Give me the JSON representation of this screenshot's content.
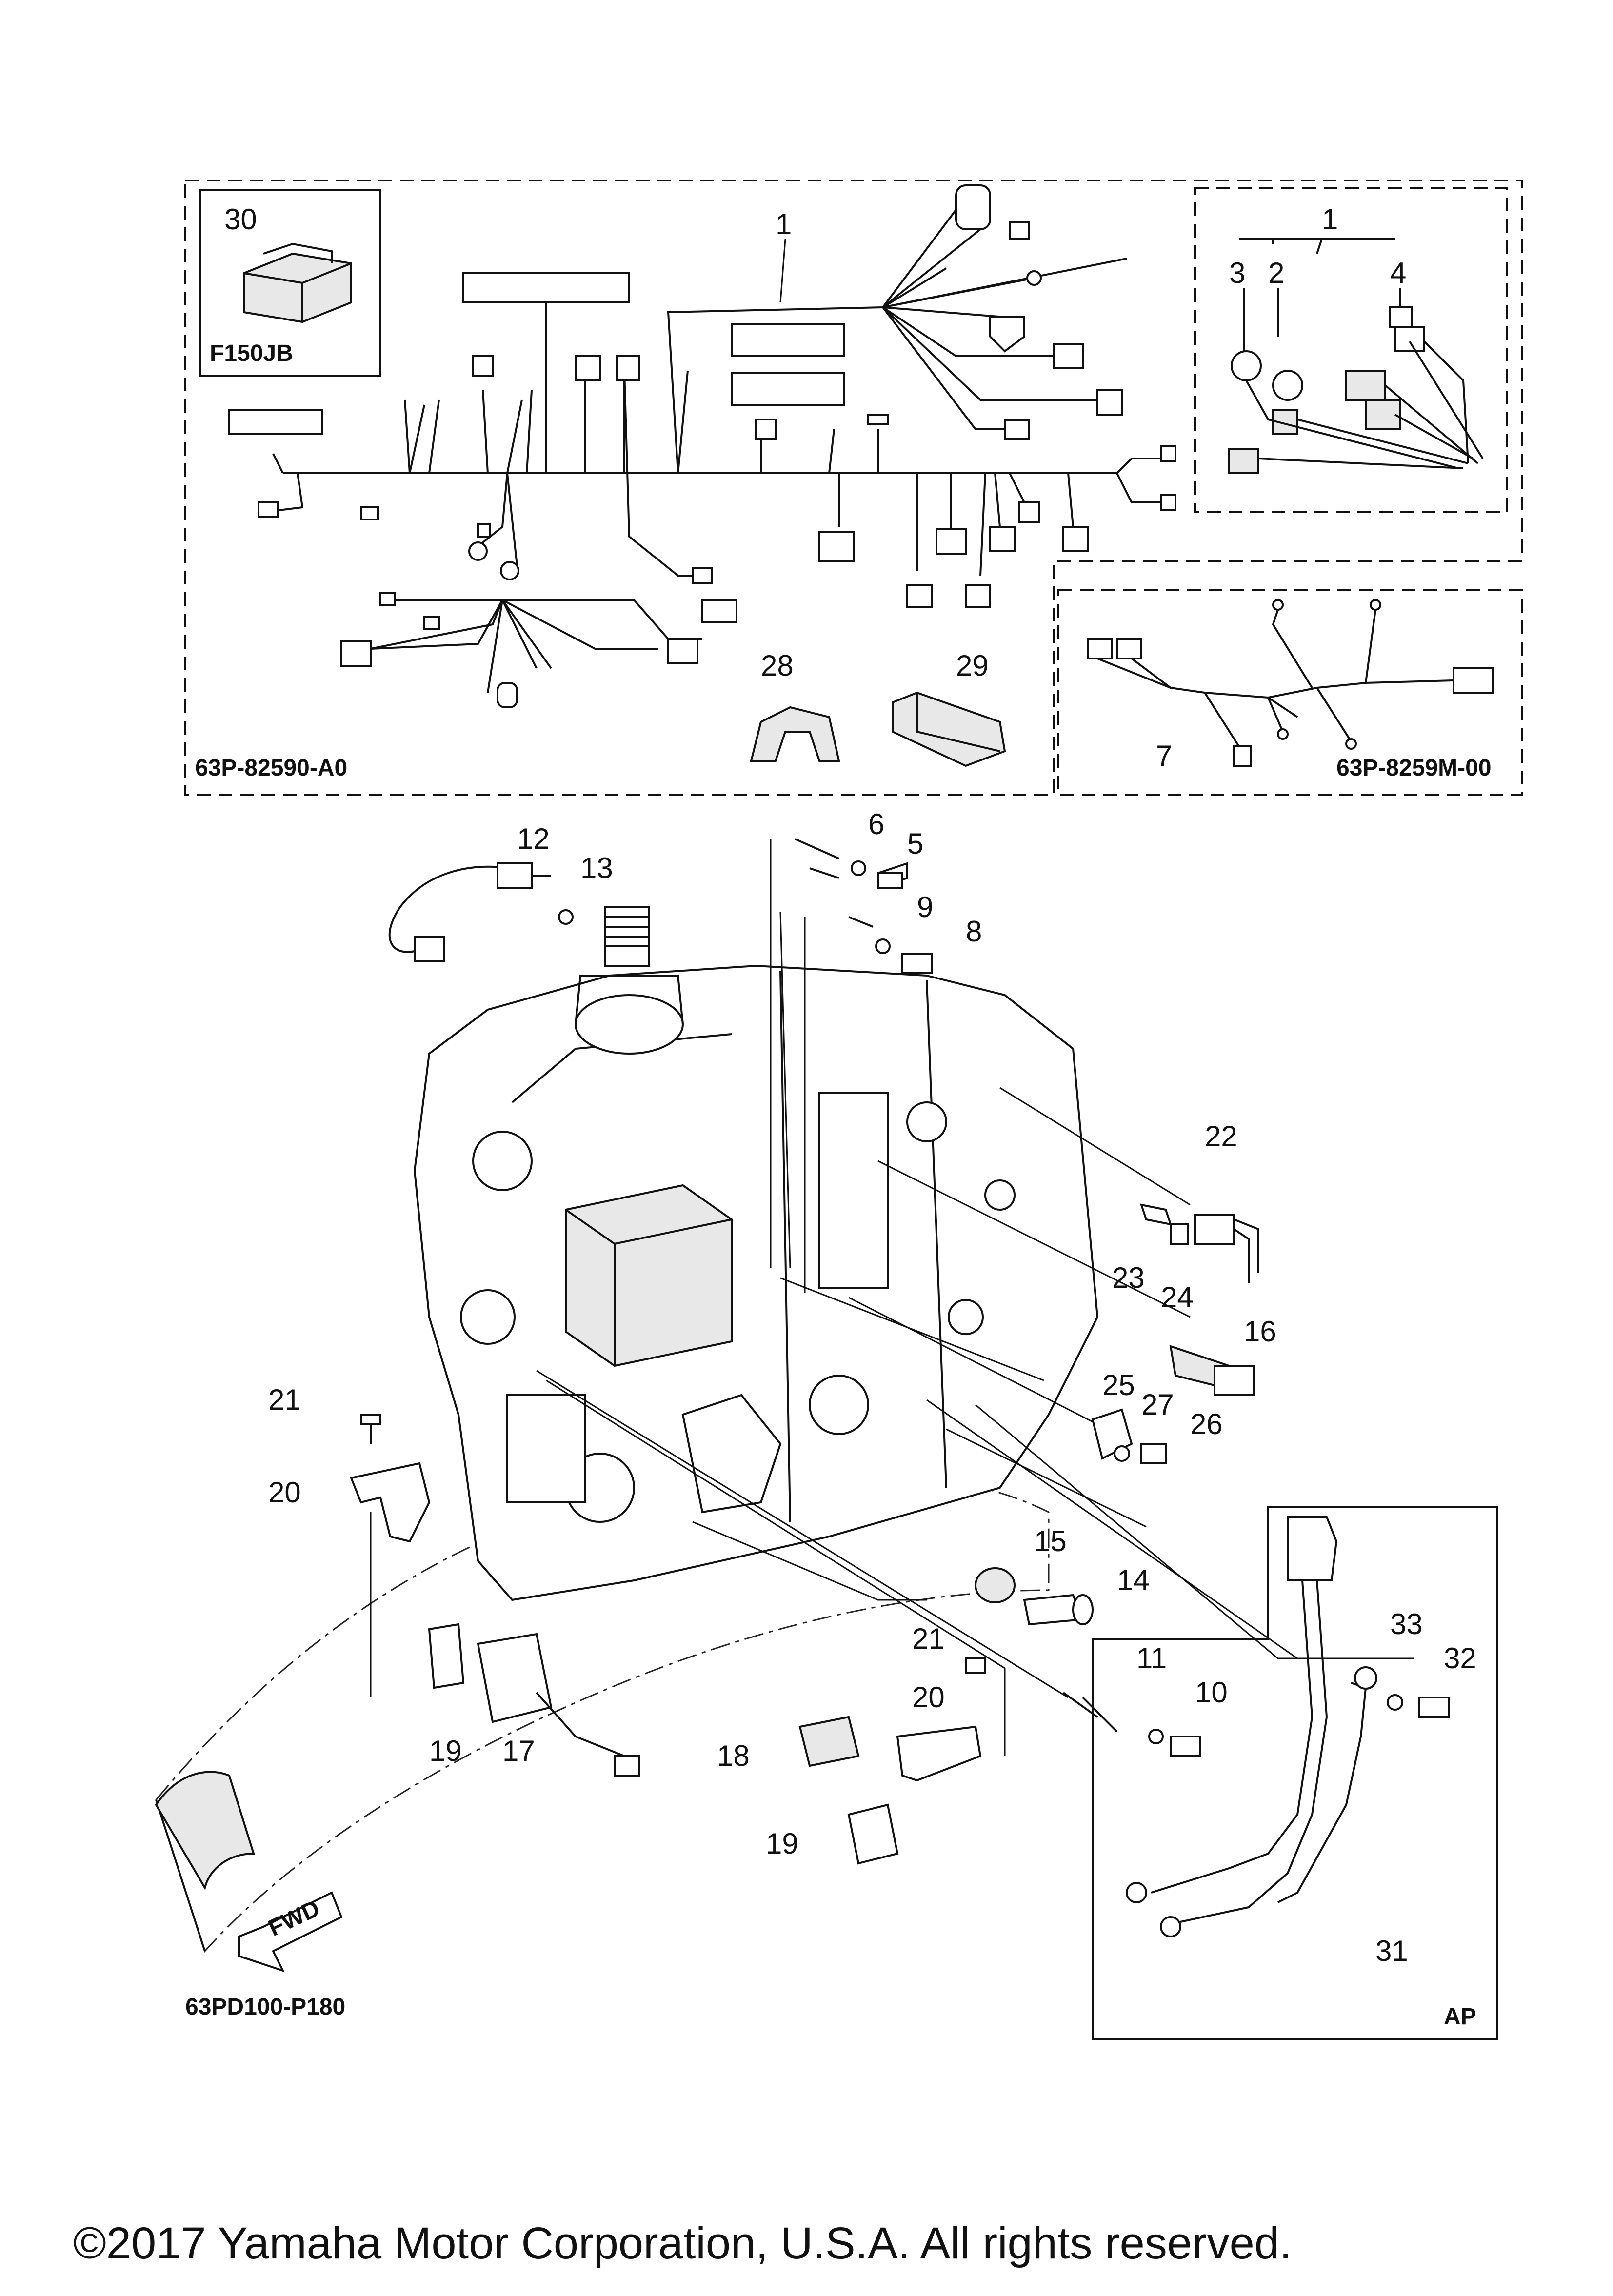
{
  "kit_box": {
    "ref": "30",
    "model": "F150JB"
  },
  "harness_box": {
    "part_number": "63P-82590-A0"
  },
  "sub_harness_box": {
    "part_number": "63P-8259M-00"
  },
  "ap_box": {
    "label": "AP"
  },
  "diagram_code": "63PD100-P180",
  "fwd_label": "FWD",
  "copyright": "©2017 Yamaha Motor Corporation, U.S.A. All rights reserved.",
  "callouts": {
    "c1_main": "1",
    "c1_sub": "1",
    "c2": "2",
    "c3": "3",
    "c4": "4",
    "c5": "5",
    "c6": "6",
    "c7": "7",
    "c8": "8",
    "c9": "9",
    "c10": "10",
    "c11": "11",
    "c12": "12",
    "c13": "13",
    "c14": "14",
    "c15": "15",
    "c16": "16",
    "c17": "17",
    "c18": "18",
    "c19_left": "19",
    "c19_right": "19",
    "c20_left": "20",
    "c20_right": "20",
    "c21_left": "21",
    "c21_right": "21",
    "c22": "22",
    "c23": "23",
    "c24": "24",
    "c25": "25",
    "c26": "26",
    "c27": "27",
    "c28": "28",
    "c29": "29",
    "c31": "31",
    "c32": "32",
    "c33": "33"
  }
}
